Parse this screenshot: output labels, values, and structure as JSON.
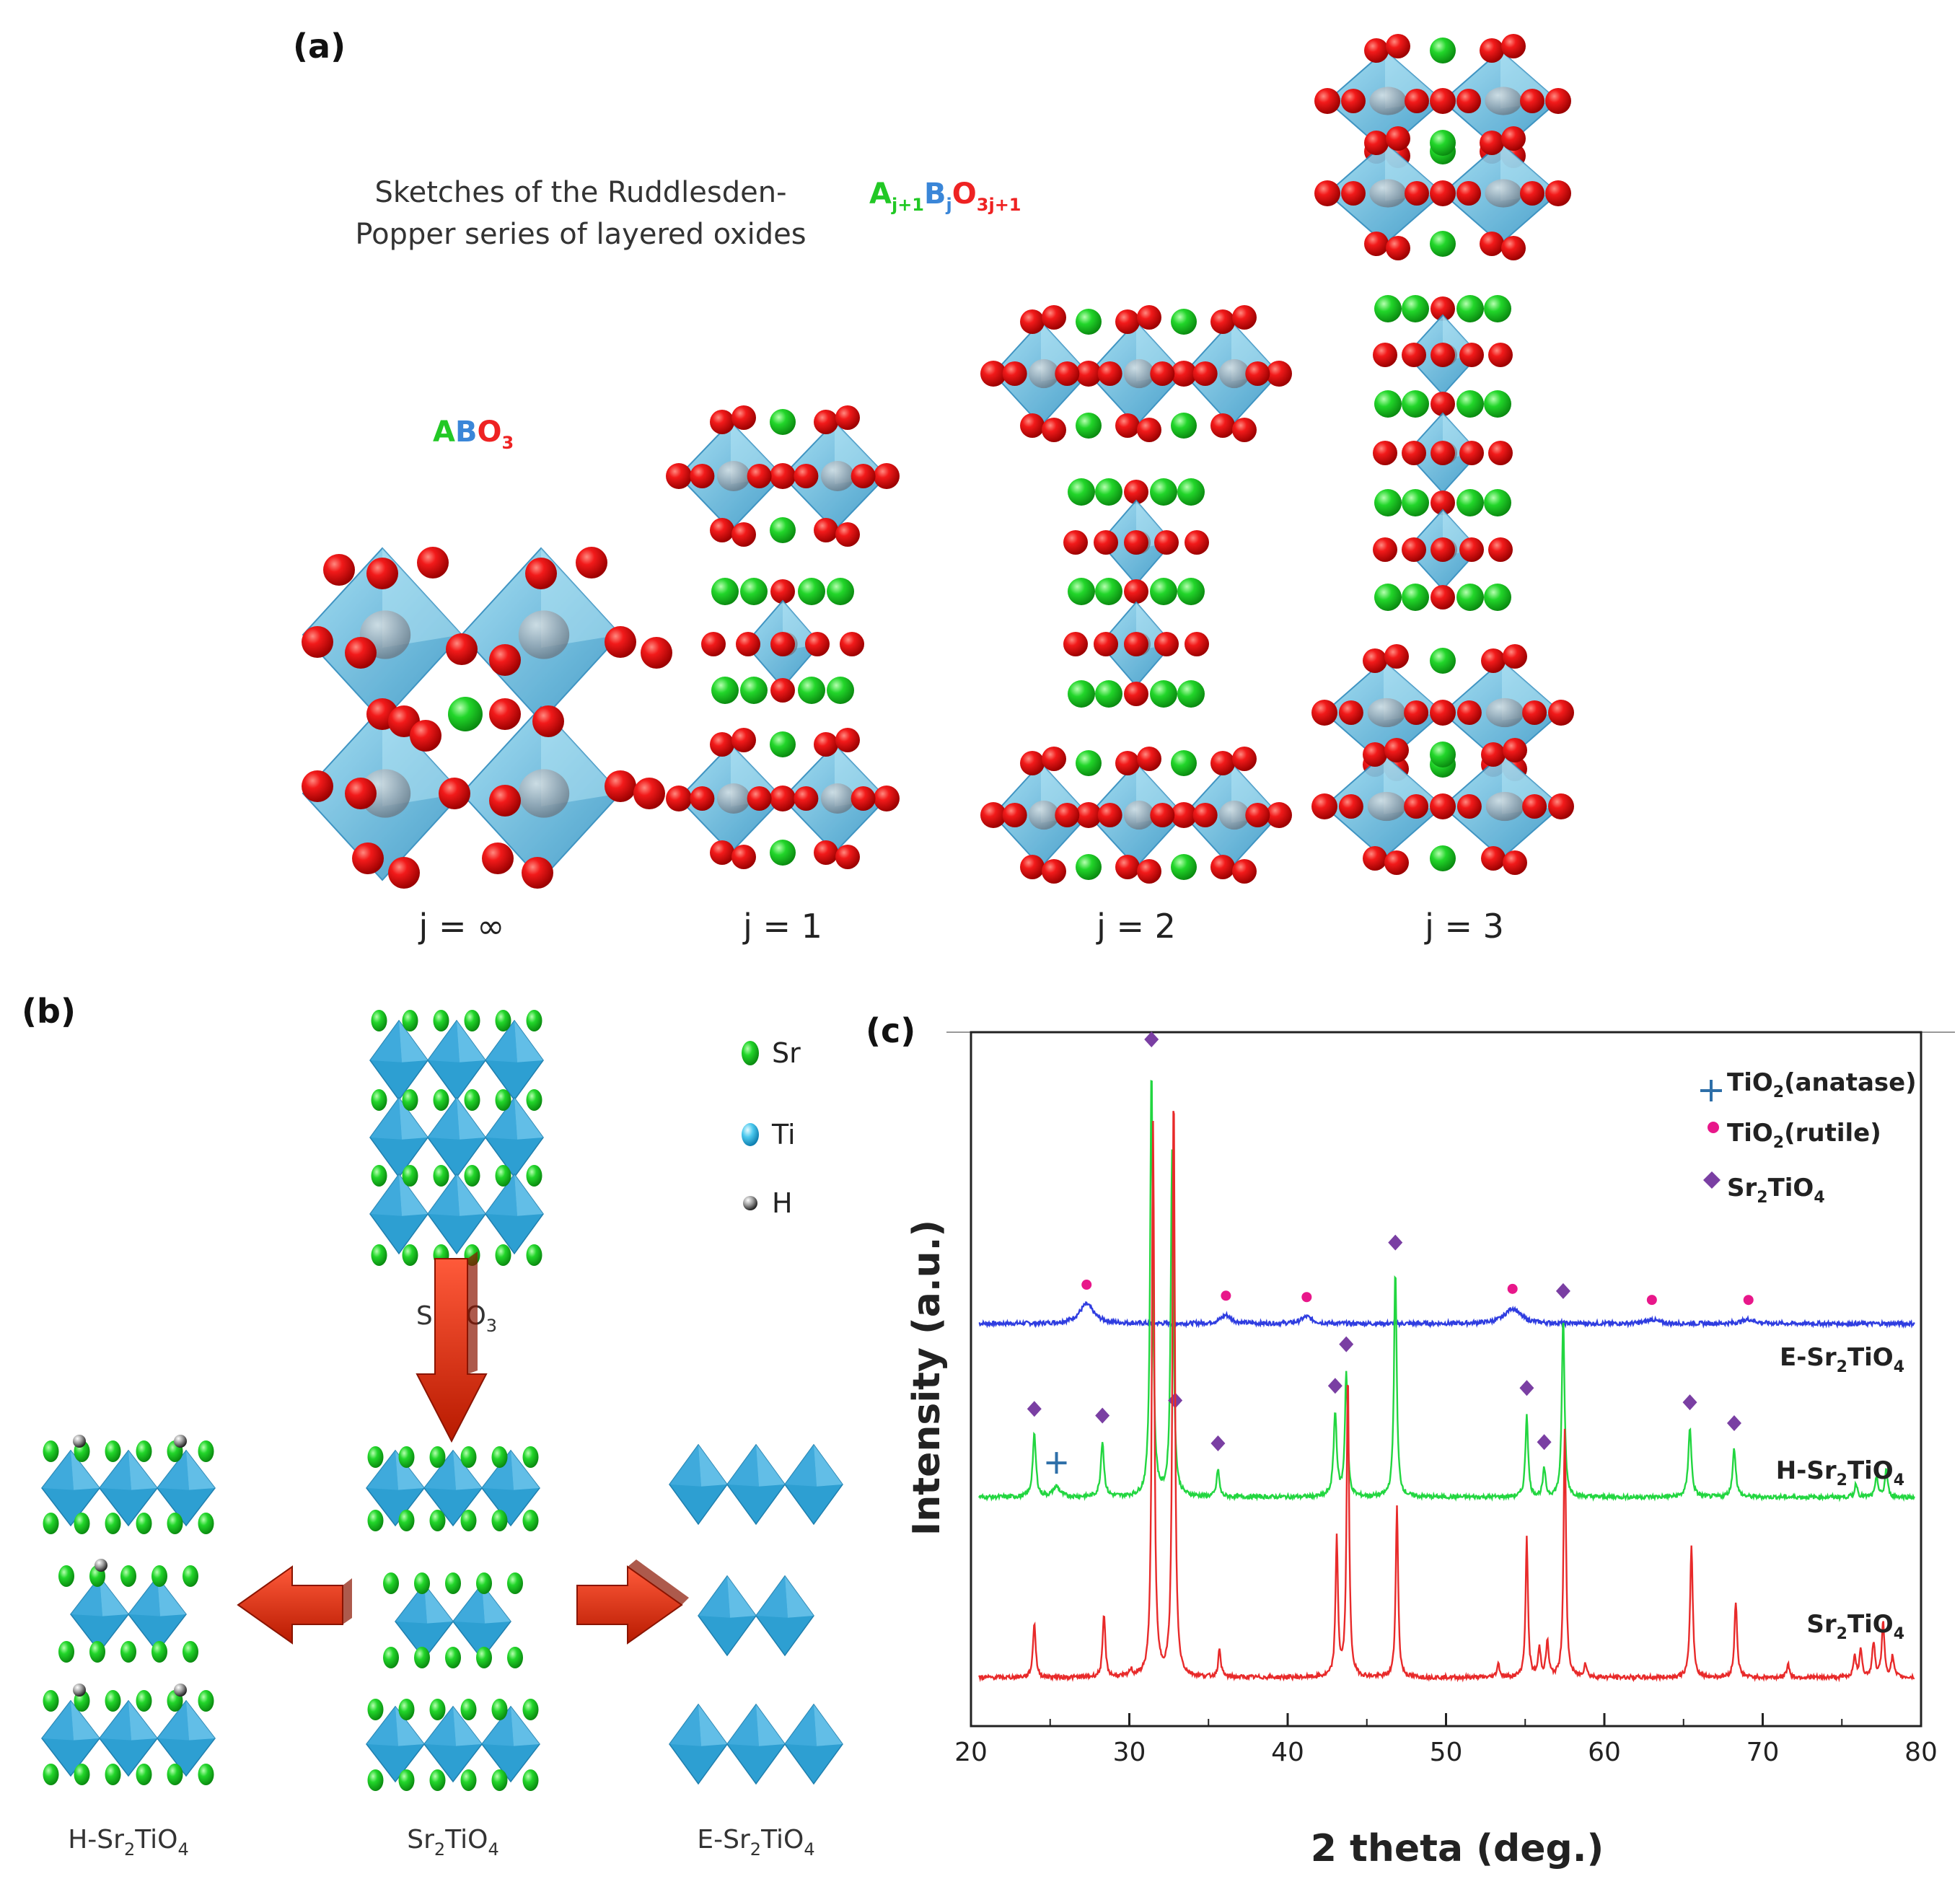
{
  "panel_a": {
    "label": "(a)",
    "caption_line1": "Sketches of the Ruddlesden-",
    "caption_line2": "Popper series of layered oxides",
    "formula_rp": {
      "A": "A",
      "A_sub": "j+1",
      "B": "B",
      "B_sub": "j",
      "O": "O",
      "O_sub": "3j+1"
    },
    "formula_abo3": {
      "A": "A",
      "B": "B",
      "O": "O",
      "O_sub": "3"
    },
    "j_labels": [
      "j = ∞",
      "j = 1",
      "j = 2",
      "j = 3"
    ]
  },
  "panel_b": {
    "label": "(b)",
    "legend": [
      {
        "label": "Sr",
        "icon": "sr-atom-icon"
      },
      {
        "label": "Ti",
        "icon": "ti-atom-icon"
      },
      {
        "label": "H",
        "icon": "h-atom-icon"
      }
    ],
    "materials": {
      "top": {
        "base": "SrTiO",
        "sub": "3",
        "tail": ""
      },
      "center": {
        "base": "Sr",
        "sub": "2",
        "tail": "TiO",
        "sub2": "4"
      },
      "left": {
        "prefix": "H-Sr",
        "sub": "2",
        "tail": "TiO",
        "sub2": "4"
      },
      "right": {
        "prefix": "E-Sr",
        "sub": "2",
        "tail": "TiO",
        "sub2": "4"
      }
    }
  },
  "panel_c": {
    "label": "(c)",
    "legend": [
      {
        "label": "TiO",
        "sub": "2",
        "tail": "(anatase)",
        "marker": "cross",
        "color": "#2e6fa8"
      },
      {
        "label": "TiO",
        "sub": "2",
        "tail": "(rutile)",
        "marker": "dot",
        "color": "#e8178a"
      },
      {
        "label": "Sr",
        "sub": "2",
        "tail": "TiO",
        "sub2": "4",
        "marker": "diamond",
        "color": "#7a3fa3"
      }
    ]
  },
  "chart_data": {
    "type": "line",
    "xlabel": "2 theta (deg.)",
    "ylabel": "Intensity (a.u.)",
    "xlim": [
      20,
      80
    ],
    "xticks": [
      20,
      30,
      40,
      50,
      60,
      70,
      80
    ],
    "y_ticks_shown": false,
    "series": [
      {
        "name": "E-Sr2TiO4",
        "label_prefix": "E-Sr",
        "label_sub": "2",
        "label_tail": "TiO",
        "label_sub2": "4",
        "color": "#2f3de0",
        "baseline": 0.58,
        "peaks": [
          [
            27.3,
            0.028,
            0.55
          ],
          [
            36.1,
            0.012,
            0.4
          ],
          [
            41.2,
            0.01,
            0.4
          ],
          [
            54.2,
            0.022,
            0.6
          ],
          [
            63.0,
            0.006,
            0.4
          ],
          [
            69.1,
            0.006,
            0.5
          ]
        ],
        "markers": [
          {
            "x": 27.3,
            "type": "dot"
          },
          {
            "x": 36.1,
            "type": "dot"
          },
          {
            "x": 41.2,
            "type": "dot"
          },
          {
            "x": 54.2,
            "type": "dot"
          },
          {
            "x": 63.0,
            "type": "dot"
          },
          {
            "x": 69.1,
            "type": "dot"
          }
        ]
      },
      {
        "name": "H-Sr2TiO4",
        "label_prefix": "H-Sr",
        "label_sub": "2",
        "label_tail": "TiO",
        "label_sub2": "4",
        "color": "#22d640",
        "baseline": 0.33,
        "peaks": [
          [
            24.0,
            0.09,
            0.12
          ],
          [
            25.4,
            0.015,
            0.25
          ],
          [
            28.3,
            0.08,
            0.12
          ],
          [
            31.4,
            0.62,
            0.1
          ],
          [
            32.7,
            0.5,
            0.1
          ],
          [
            35.6,
            0.04,
            0.1
          ],
          [
            43.0,
            0.12,
            0.12
          ],
          [
            43.7,
            0.18,
            0.1
          ],
          [
            46.8,
            0.33,
            0.1
          ],
          [
            55.1,
            0.12,
            0.1
          ],
          [
            56.2,
            0.04,
            0.1
          ],
          [
            57.4,
            0.26,
            0.1
          ],
          [
            65.4,
            0.1,
            0.12
          ],
          [
            68.2,
            0.07,
            0.12
          ],
          [
            75.9,
            0.02,
            0.1
          ],
          [
            77.2,
            0.03,
            0.1
          ],
          [
            77.8,
            0.04,
            0.1
          ]
        ],
        "markers": [
          {
            "x": 24.0,
            "type": "diamond"
          },
          {
            "x": 25.4,
            "type": "cross"
          },
          {
            "x": 28.3,
            "type": "diamond"
          },
          {
            "x": 31.4,
            "type": "diamond"
          },
          {
            "x": 32.9,
            "type": "diamond"
          },
          {
            "x": 35.6,
            "type": "diamond"
          },
          {
            "x": 43.0,
            "type": "diamond"
          },
          {
            "x": 43.7,
            "type": "diamond"
          },
          {
            "x": 46.8,
            "type": "diamond"
          },
          {
            "x": 55.1,
            "type": "diamond"
          },
          {
            "x": 56.2,
            "type": "diamond"
          },
          {
            "x": 57.4,
            "type": "diamond"
          },
          {
            "x": 65.4,
            "type": "diamond"
          },
          {
            "x": 68.2,
            "type": "diamond"
          }
        ]
      },
      {
        "name": "Sr2TiO4",
        "label_prefix": "Sr",
        "label_sub": "2",
        "label_tail": "TiO",
        "label_sub2": "4",
        "color": "#e82a2a",
        "baseline": 0.07,
        "peaks": [
          [
            24.0,
            0.08,
            0.1
          ],
          [
            28.4,
            0.09,
            0.1
          ],
          [
            30.1,
            0.01,
            0.1
          ],
          [
            31.5,
            0.8,
            0.09
          ],
          [
            32.8,
            0.85,
            0.09
          ],
          [
            35.7,
            0.04,
            0.1
          ],
          [
            43.1,
            0.2,
            0.09
          ],
          [
            43.8,
            0.44,
            0.09
          ],
          [
            46.9,
            0.25,
            0.09
          ],
          [
            53.3,
            0.02,
            0.1
          ],
          [
            55.1,
            0.2,
            0.09
          ],
          [
            55.9,
            0.04,
            0.1
          ],
          [
            56.4,
            0.05,
            0.1
          ],
          [
            57.5,
            0.36,
            0.09
          ],
          [
            58.8,
            0.02,
            0.1
          ],
          [
            65.5,
            0.19,
            0.1
          ],
          [
            68.3,
            0.11,
            0.1
          ],
          [
            71.6,
            0.02,
            0.1
          ],
          [
            75.8,
            0.03,
            0.1
          ],
          [
            76.2,
            0.04,
            0.1
          ],
          [
            77.0,
            0.05,
            0.1
          ],
          [
            77.6,
            0.08,
            0.1
          ],
          [
            78.2,
            0.03,
            0.1
          ]
        ],
        "markers": []
      }
    ]
  }
}
